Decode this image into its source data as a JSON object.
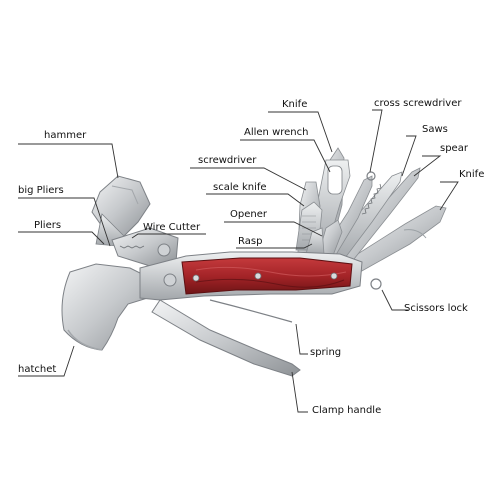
{
  "labels": {
    "hammer": "hammer",
    "big_pliers": "big Pliers",
    "pliers": "Pliers",
    "wire_cutter": "Wire Cutter",
    "hatchet": "hatchet",
    "knife_top": "Knife",
    "allen_wrench": "Allen wrench",
    "screwdriver": "screwdriver",
    "scale_knife": "scale knife",
    "opener": "Opener",
    "rasp": "Rasp",
    "cross_screwdriver": "cross screwdriver",
    "saws": "Saws",
    "spear": "spear",
    "knife_right": "Knife",
    "scissors_lock": "Scissors lock",
    "spring": "spring",
    "clamp_handle": "Clamp handle"
  },
  "colors": {
    "steel_light": "#e4e6e8",
    "steel_mid": "#b8bcc0",
    "steel_dark": "#7d8186",
    "handle_red": "#a8262a",
    "handle_dark": "#6e1416",
    "leader_line": "#333333"
  }
}
